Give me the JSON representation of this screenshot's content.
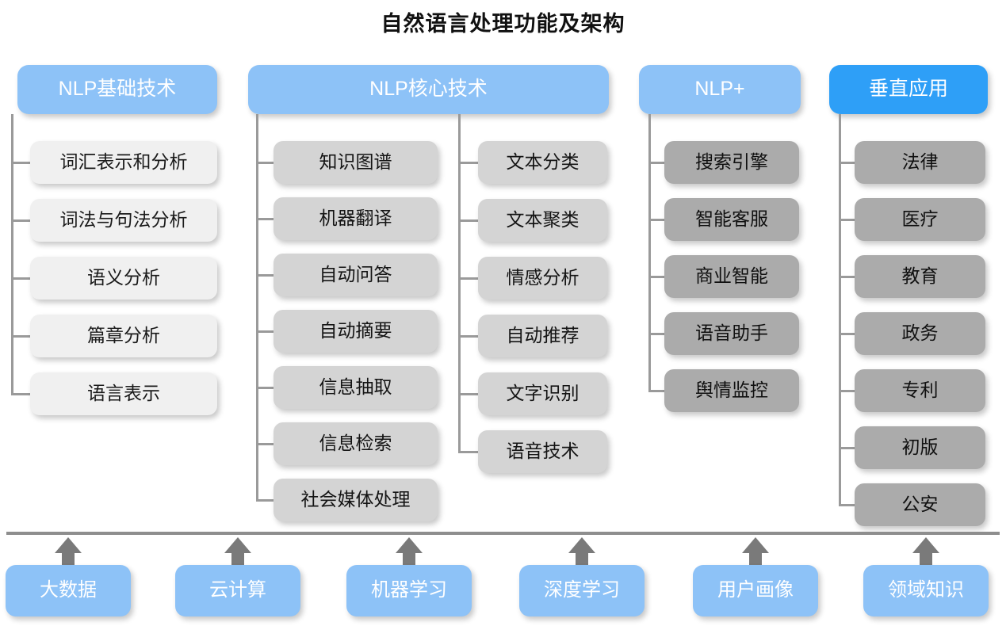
{
  "title": "自然语言处理功能及架构",
  "columns": [
    {
      "id": "nlp-basic",
      "header": "NLP基础技术",
      "header_style": "light-blue",
      "groups": [
        {
          "items": [
            "词汇表示和分析",
            "词法与句法分析",
            "语义分析",
            "篇章分析",
            "语言表示"
          ]
        }
      ]
    },
    {
      "id": "nlp-core",
      "header": "NLP核心技术",
      "header_style": "light-blue",
      "groups": [
        {
          "items": [
            "知识图谱",
            "机器翻译",
            "自动问答",
            "自动摘要",
            "信息抽取",
            "信息检索",
            "社会媒体处理"
          ]
        },
        {
          "items": [
            "文本分类",
            "文本聚类",
            "情感分析",
            "自动推荐",
            "文字识别",
            "语音技术"
          ]
        }
      ]
    },
    {
      "id": "nlp-plus",
      "header": "NLP+",
      "header_style": "light-blue",
      "groups": [
        {
          "items": [
            "搜索引擎",
            "智能客服",
            "商业智能",
            "语音助手",
            "舆情监控"
          ]
        }
      ]
    },
    {
      "id": "vertical-apps",
      "header": "垂直应用",
      "header_style": "accent-blue",
      "groups": [
        {
          "items": [
            "法律",
            "医疗",
            "教育",
            "政务",
            "专利",
            "初版",
            "公安"
          ]
        }
      ]
    }
  ],
  "foundation": {
    "items": [
      "大数据",
      "云计算",
      "机器学习",
      "深度学习",
      "用户画像",
      "领域知识"
    ]
  },
  "colors": {
    "header_light_blue": "#8dc2f7",
    "header_accent_blue": "#2e9ff7",
    "leaf_light": "#f0f0f0",
    "leaf_mid": "#d4d4d4",
    "leaf_dark": "#ababab",
    "connector": "#9a9a9a",
    "arrow": "#7a7a7a",
    "title_text": "#111111"
  }
}
